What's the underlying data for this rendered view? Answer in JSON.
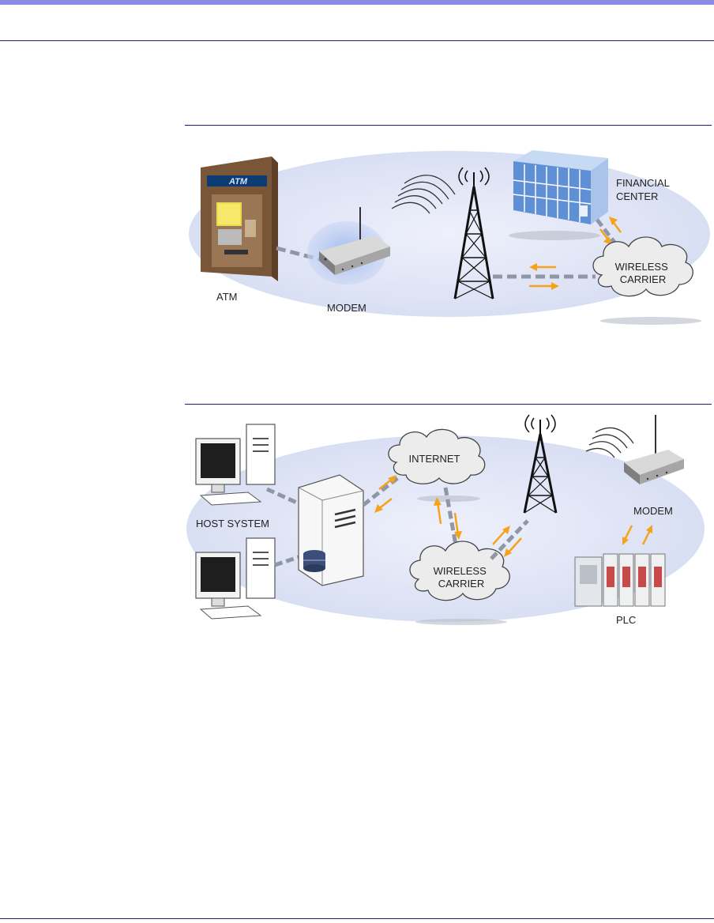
{
  "figure1": {
    "atm_sign": "ATM",
    "labels": {
      "atm": "ATM",
      "modem": "MODEM",
      "financial_center": [
        "FINANCIAL",
        "CENTER"
      ],
      "wireless_carrier": [
        "WIRELESS",
        "CARRIER"
      ]
    }
  },
  "figure2": {
    "labels": {
      "host_system": "HOST SYSTEM",
      "internet": "INTERNET",
      "wireless_carrier": [
        "WIRELESS",
        "CARRIER"
      ],
      "modem": "MODEM",
      "plc": "PLC"
    }
  },
  "colors": {
    "header_bar": "#8c8ce6",
    "rule": "#1f1f6e",
    "halo": "#dfe3f5",
    "link_dash": "#8f97a6",
    "arrow": "#f5a31c"
  }
}
